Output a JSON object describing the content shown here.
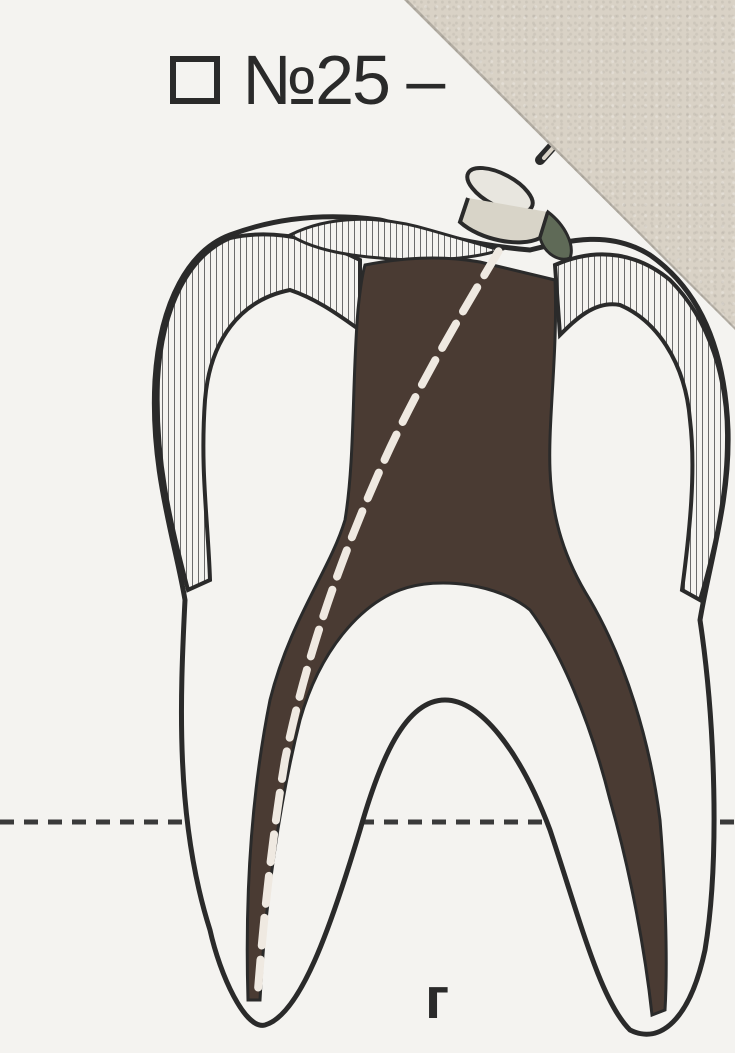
{
  "question": {
    "checkbox_state": "unchecked",
    "label": "№25 –"
  },
  "figure": {
    "letter": "г",
    "colors": {
      "ink": "#2a2a2a",
      "pulp_fill": "#4a3b33",
      "paper": "#f4f3f0",
      "background": "#d9d2c6"
    }
  }
}
